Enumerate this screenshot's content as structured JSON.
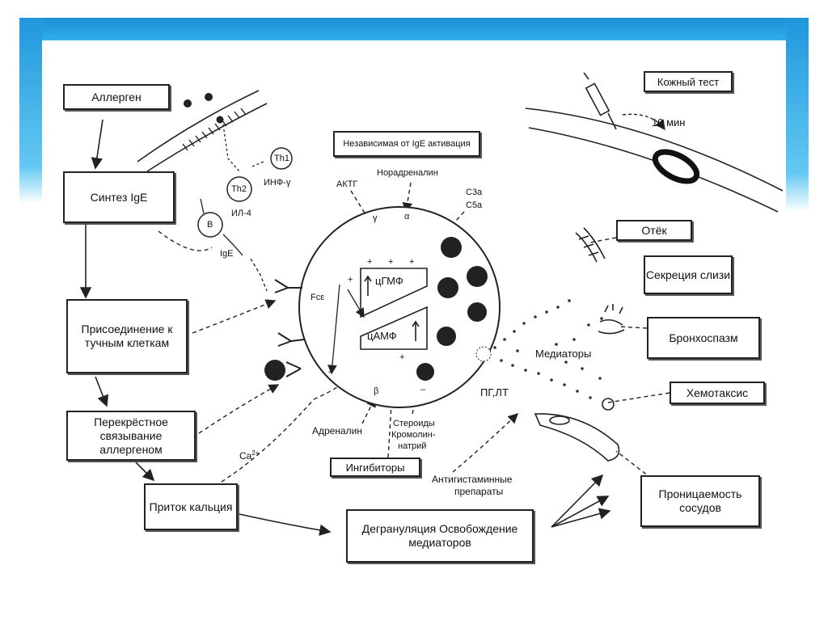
{
  "boxes": {
    "allergen": "Аллерген",
    "ige_synthesis": "Синтез IgE",
    "attachment": "Присоединение к тучным клеткам",
    "cross_linking": "Перекрёстное связывание аллергеном",
    "calcium_influx": "Приток кальция",
    "degranulation": "Дегрануляция Освобождение медиаторов",
    "ige_independent": "Независимая от IgE активация",
    "skin_test": "Кожный тест",
    "edema": "Отёк",
    "mucus": "Секреция слизи",
    "bronchospasm": "Бронхоспазм",
    "chemotaxis": "Хемотаксис",
    "permeability": "Проницаемость сосудов",
    "inhibitors": "Ингибиторы"
  },
  "labels": {
    "th1": "Th1",
    "th2": "Th2",
    "b_cell": "B",
    "inf": "ИНФ-γ",
    "il4": "ИЛ-4",
    "ige": "IgE",
    "actg": "АКТГ",
    "noradrenaline": "Норадреналин",
    "c3a": "C3a",
    "c5a": "C5a",
    "fce": "Fcε",
    "cgmp": "цГМФ",
    "camp": "цАМФ",
    "mediators": "Медиаторы",
    "pg_lt": "ПГ,ЛТ",
    "adrenaline": "Адреналин",
    "steroids": "Стероиды",
    "cromolyn": "Кромолин-",
    "sodium": "натрий",
    "antihistamine": "Антигистаминные",
    "preparations": "препараты",
    "ten_min": "10 мин",
    "ca": "Ca",
    "ca_sup": "2+",
    "gamma": "γ",
    "alpha": "α",
    "beta": "β",
    "plus": "+",
    "minus": "–"
  }
}
